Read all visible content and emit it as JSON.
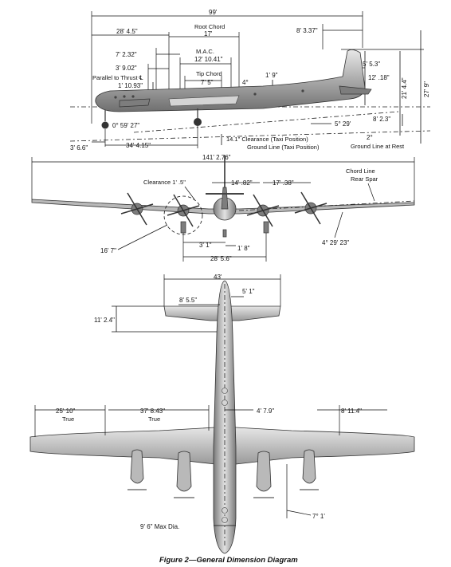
{
  "caption": "Figure 2—General Dimension Diagram",
  "side_view": {
    "overall_length": "99'",
    "root_chord_label": "Root Chord",
    "root_chord": "17'",
    "mac_label": "M.A.C.",
    "mac": "12' 10.41\"",
    "tip_chord_label": "Tip Chord",
    "tip_chord": "7' 5\"",
    "d_28_4_5": "28' 4.5\"",
    "d_7_2_32": "7' 2.32\"",
    "d_3_9_02": "3' 9.02\"",
    "parallel_thrust": "Parallel to Thrust ℄",
    "d_1_10_93": "1' 10.93\"",
    "angle_4": "4°",
    "d_1_9": "1' 9\"",
    "d_8_3_37": "8' 3.37\"",
    "d_5_5_3": "5' 5.3\"",
    "d_12_18": "12' .18\"",
    "d_21_4_4": "21' 4.4\"",
    "d_27_9": "27' 9\"",
    "angle_5_29": "5° 29'",
    "d_8_2_3": "8' 2.3\"",
    "angle_0_59_27": "0° 59' 27\"",
    "clearance_taxi": "14.1\" Clearance (Taxi Position)",
    "ground_taxi": "Ground Line (Taxi Position)",
    "angle_2": "2°",
    "ground_rest": "Ground Line at Rest",
    "d_3_6_6": "3' 6.6\"",
    "d_34_4_15": "34' 4.15\""
  },
  "front_view": {
    "span": "141' 2.76\"",
    "clearance_label": "Clearance 1' .5\"",
    "d_14_82": "14' .82\"",
    "d_17_38": "17' .38\"",
    "chord_line": "Chord Line",
    "rear_spar": "Rear Spar",
    "prop_dia": "16' 7\"",
    "d_3_1": "3' 1\"",
    "d_1_8": "1' 8\"",
    "tread": "28' 5.6\"",
    "dihedral": "4° 29' 23\""
  },
  "top_view": {
    "tail_span": "43'",
    "d_8_5_5": "8' 5.5\"",
    "d_5_1": "5' 1\"",
    "d_11_2_4": "11' 2.4\"",
    "d_25_10": "25' 10\"",
    "true_1": "True",
    "d_37_8_43": "37' 8.43\"",
    "true_2": "True",
    "d_4_7_9": "4' 7.9\"",
    "d_8_11_4": "8' 11.4\"",
    "angle_7_1": "7° 1'",
    "max_dia": "9' 6\" Max Dia."
  }
}
